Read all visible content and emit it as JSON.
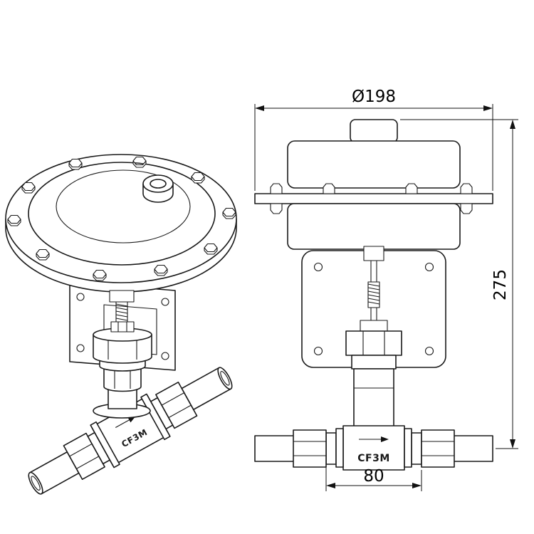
{
  "drawing": {
    "dimensions": {
      "flange_diameter": "Ø198",
      "overall_height": "275",
      "face_to_face": "80"
    },
    "front": {
      "body_marking": "CF3M"
    },
    "isometric": {
      "body_marking": "CF3M"
    },
    "colors": {
      "line": "#1a1a1a",
      "background": "#ffffff",
      "dimension_text": "#000000"
    }
  }
}
